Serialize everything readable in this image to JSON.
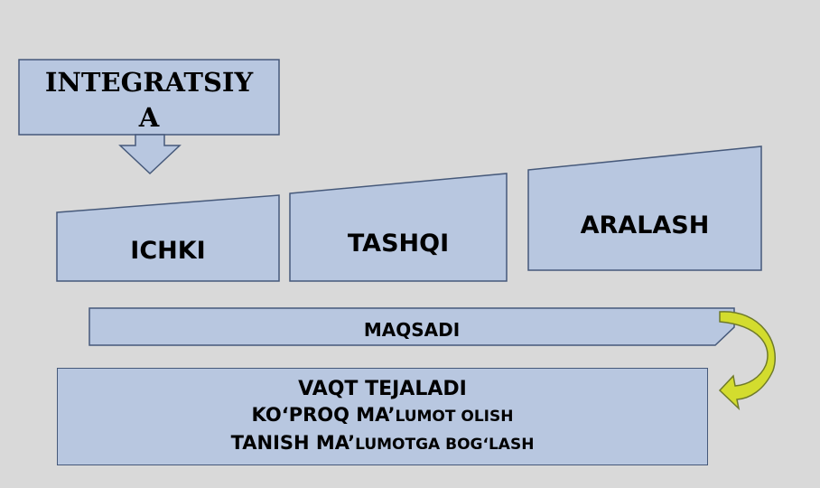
{
  "title": {
    "line1": "INTEGRATSIY",
    "line2": "A"
  },
  "types": [
    {
      "label": "ICHKI"
    },
    {
      "label": "TASHQI"
    },
    {
      "label": "ARALASH"
    }
  ],
  "purpose_label": "MAQSADI",
  "results": {
    "line1": "VAQT TEJALADI",
    "line2_big": "KO‘PROQ MA’",
    "line2_small": "LUMOT OLISH",
    "line3_big": "TANISH MA’",
    "line3_small": "LUMOTGA BOG‘LASH"
  },
  "colors": {
    "box_fill": "#b8c7e0",
    "box_stroke": "#46597a",
    "arrow_fill": "#d3dc2e",
    "arrow_stroke": "#6f7a2a",
    "background": "#d9d9d9"
  }
}
